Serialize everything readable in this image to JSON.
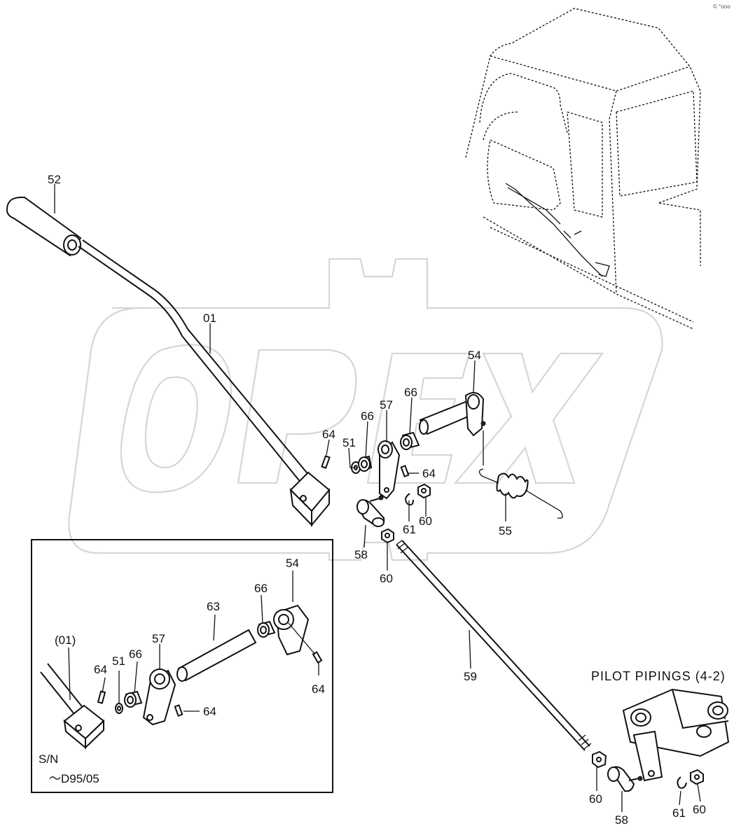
{
  "watermark": {
    "text": "OPEX",
    "color": "#d9d9d9"
  },
  "corner_mark": "© °ooo",
  "inset": {
    "sn_label": "S/N",
    "range_label": "～D95/05"
  },
  "pilot_label": "PILOT  PIPINGS (4-2)",
  "callouts": {
    "c52": "52",
    "c01": "01",
    "c64a": "64",
    "c51a": "51",
    "c66a": "66",
    "c57a": "57",
    "c66b": "66",
    "c54a": "54",
    "c64b": "64",
    "c55": "55",
    "c61a": "61",
    "c60a": "60",
    "c58a": "58",
    "c60b": "60",
    "c59": "59",
    "i01": "(01)",
    "i64a": "64",
    "i51": "51",
    "i66a": "66",
    "i57": "57",
    "i63": "63",
    "i66b": "66",
    "i54": "54",
    "i64b": "64",
    "i64c": "64",
    "c60c": "60",
    "c58b": "58",
    "c61b": "61",
    "c60d": "60"
  }
}
